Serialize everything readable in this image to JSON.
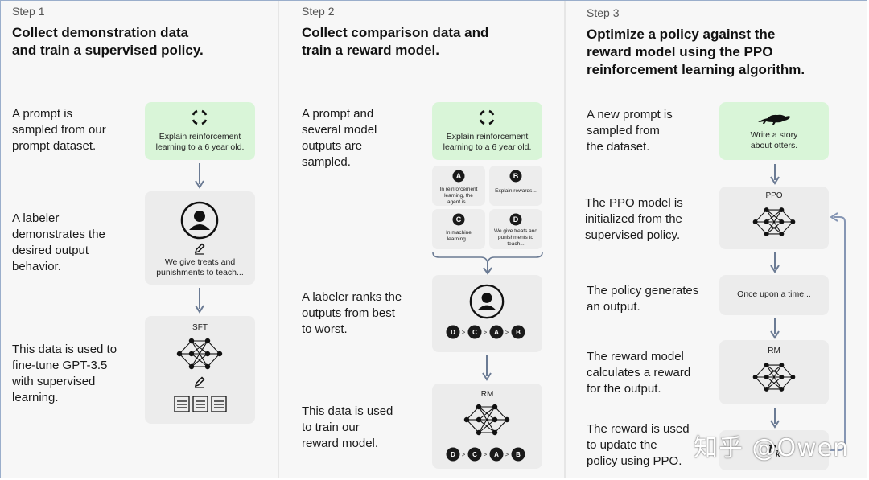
{
  "step1": {
    "label": "Step 1",
    "title": "Collect demonstration data\nand train a supervised policy.",
    "desc_prompt": "A prompt is\nsampled from our\nprompt dataset.",
    "desc_labeler": "A labeler\ndemonstrates the\ndesired output\nbehavior.",
    "desc_finetune": "This data is used to\nfine-tune GPT-3.5\nwith supervised\nlearning.",
    "prompt_text": "Explain reinforcement\nlearning to a 6 year old.",
    "demo_text": "We give treats and\npunishments to teach...",
    "model_label": "SFT"
  },
  "step2": {
    "label": "Step 2",
    "title": "Collect comparison data and\ntrain a reward model.",
    "desc_prompt": "A prompt and\nseveral model\noutputs are\nsampled.",
    "desc_rank": "A labeler ranks the\noutputs from best\nto worst.",
    "desc_train": "This data is used\nto train our\nreward model.",
    "prompt_text": "Explain reinforcement\nlearning to a 6 year old.",
    "outputs": [
      {
        "letter": "A",
        "text": "In reinforcement\nlearning, the\nagent is..."
      },
      {
        "letter": "B",
        "text": "Explain rewards..."
      },
      {
        "letter": "C",
        "text": "In machine\nlearning..."
      },
      {
        "letter": "D",
        "text": "We give treats and\npunishments to\nteach..."
      }
    ],
    "ranking": [
      "D",
      "C",
      "A",
      "B"
    ],
    "ranking_sep": ">",
    "model_label": "RM"
  },
  "step3": {
    "label": "Step 3",
    "title": "Optimize a policy against the\nreward model using the PPO\nreinforcement learning algorithm.",
    "desc_prompt": "A new prompt is\nsampled from\nthe dataset.",
    "desc_ppo": "The PPO model is\ninitialized from the\nsupervised policy.",
    "desc_generate": "The policy generates\nan output.",
    "desc_reward": "The reward model\ncalculates a reward\nfor the output.",
    "desc_update": "The reward is used\nto update the\npolicy using PPO.",
    "prompt_text": "Write a story\nabout otters.",
    "ppo_label": "PPO",
    "output_text": "Once upon a time...",
    "rm_label": "RM",
    "reward_symbol": "r",
    "reward_subscript": "k"
  },
  "watermark": "知乎 @Owen"
}
